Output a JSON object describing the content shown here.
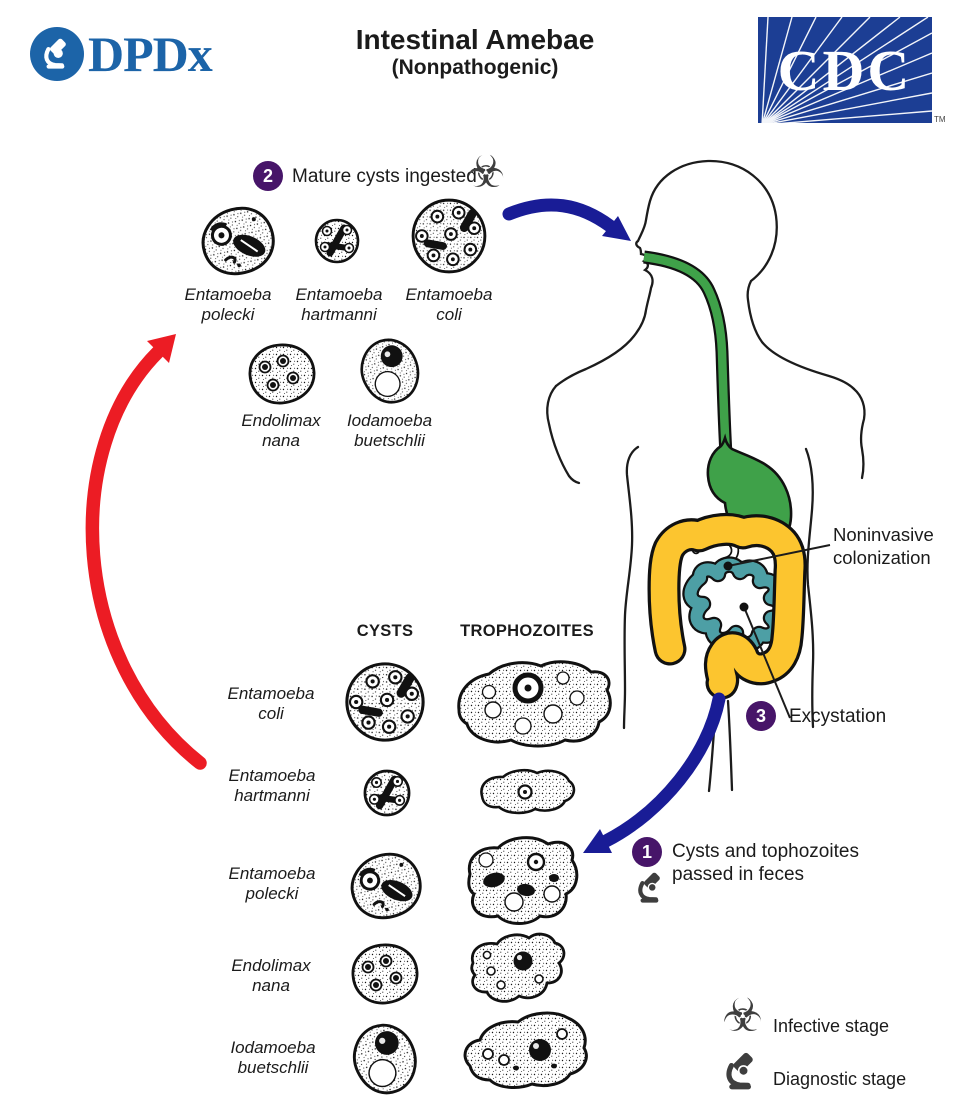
{
  "header": {
    "dpdx_logo_text": "DPDx",
    "title": "Intestinal Amebae",
    "subtitle": "(Nonpathogenic)",
    "cdc_logo_text": "CDC",
    "cdc_trademark": "TM"
  },
  "icons": {
    "biohazard": "☣"
  },
  "steps": {
    "step1": {
      "number": "1",
      "label": "Cysts and tophozoites passed in feces"
    },
    "step2": {
      "number": "2",
      "label": "Mature cysts ingested"
    },
    "step3": {
      "number": "3",
      "label": "Excystation"
    }
  },
  "annotations": {
    "noninvasive": "Noninvasive colonization"
  },
  "ingested_cysts": {
    "row1": [
      {
        "genus": "Entamoeba",
        "species": "polecki"
      },
      {
        "genus": "Entamoeba",
        "species": "hartmanni"
      },
      {
        "genus": "Entamoeba",
        "species": "coli"
      }
    ],
    "row2": [
      {
        "genus": "Endolimax",
        "species": "nana"
      },
      {
        "genus": "Iodamoeba",
        "species": "buetschlii"
      }
    ]
  },
  "stage_table": {
    "columns": {
      "cysts": "CYSTS",
      "trophozoites": "TROPHOZOITES"
    },
    "rows": [
      {
        "genus": "Entamoeba",
        "species": "coli"
      },
      {
        "genus": "Entamoeba",
        "species": "hartmanni"
      },
      {
        "genus": "Entamoeba",
        "species": "polecki"
      },
      {
        "genus": "Endolimax",
        "species": "nana"
      },
      {
        "genus": "Iodamoeba",
        "species": "buetschlii"
      }
    ]
  },
  "legend": {
    "infective": "Infective stage",
    "diagnostic": "Diagnostic stage"
  },
  "colors": {
    "cdc_blue": "#1c3e94",
    "dpdx_blue": "#1c64a8",
    "step_circle_purple": "#471569",
    "arrow_blue": "#191c96",
    "arrow_red": "#ec1c24",
    "upper_gi_green": "#3fa149",
    "colon_yellow": "#fcc52f",
    "small_intestine_teal": "#4d9fa5"
  }
}
